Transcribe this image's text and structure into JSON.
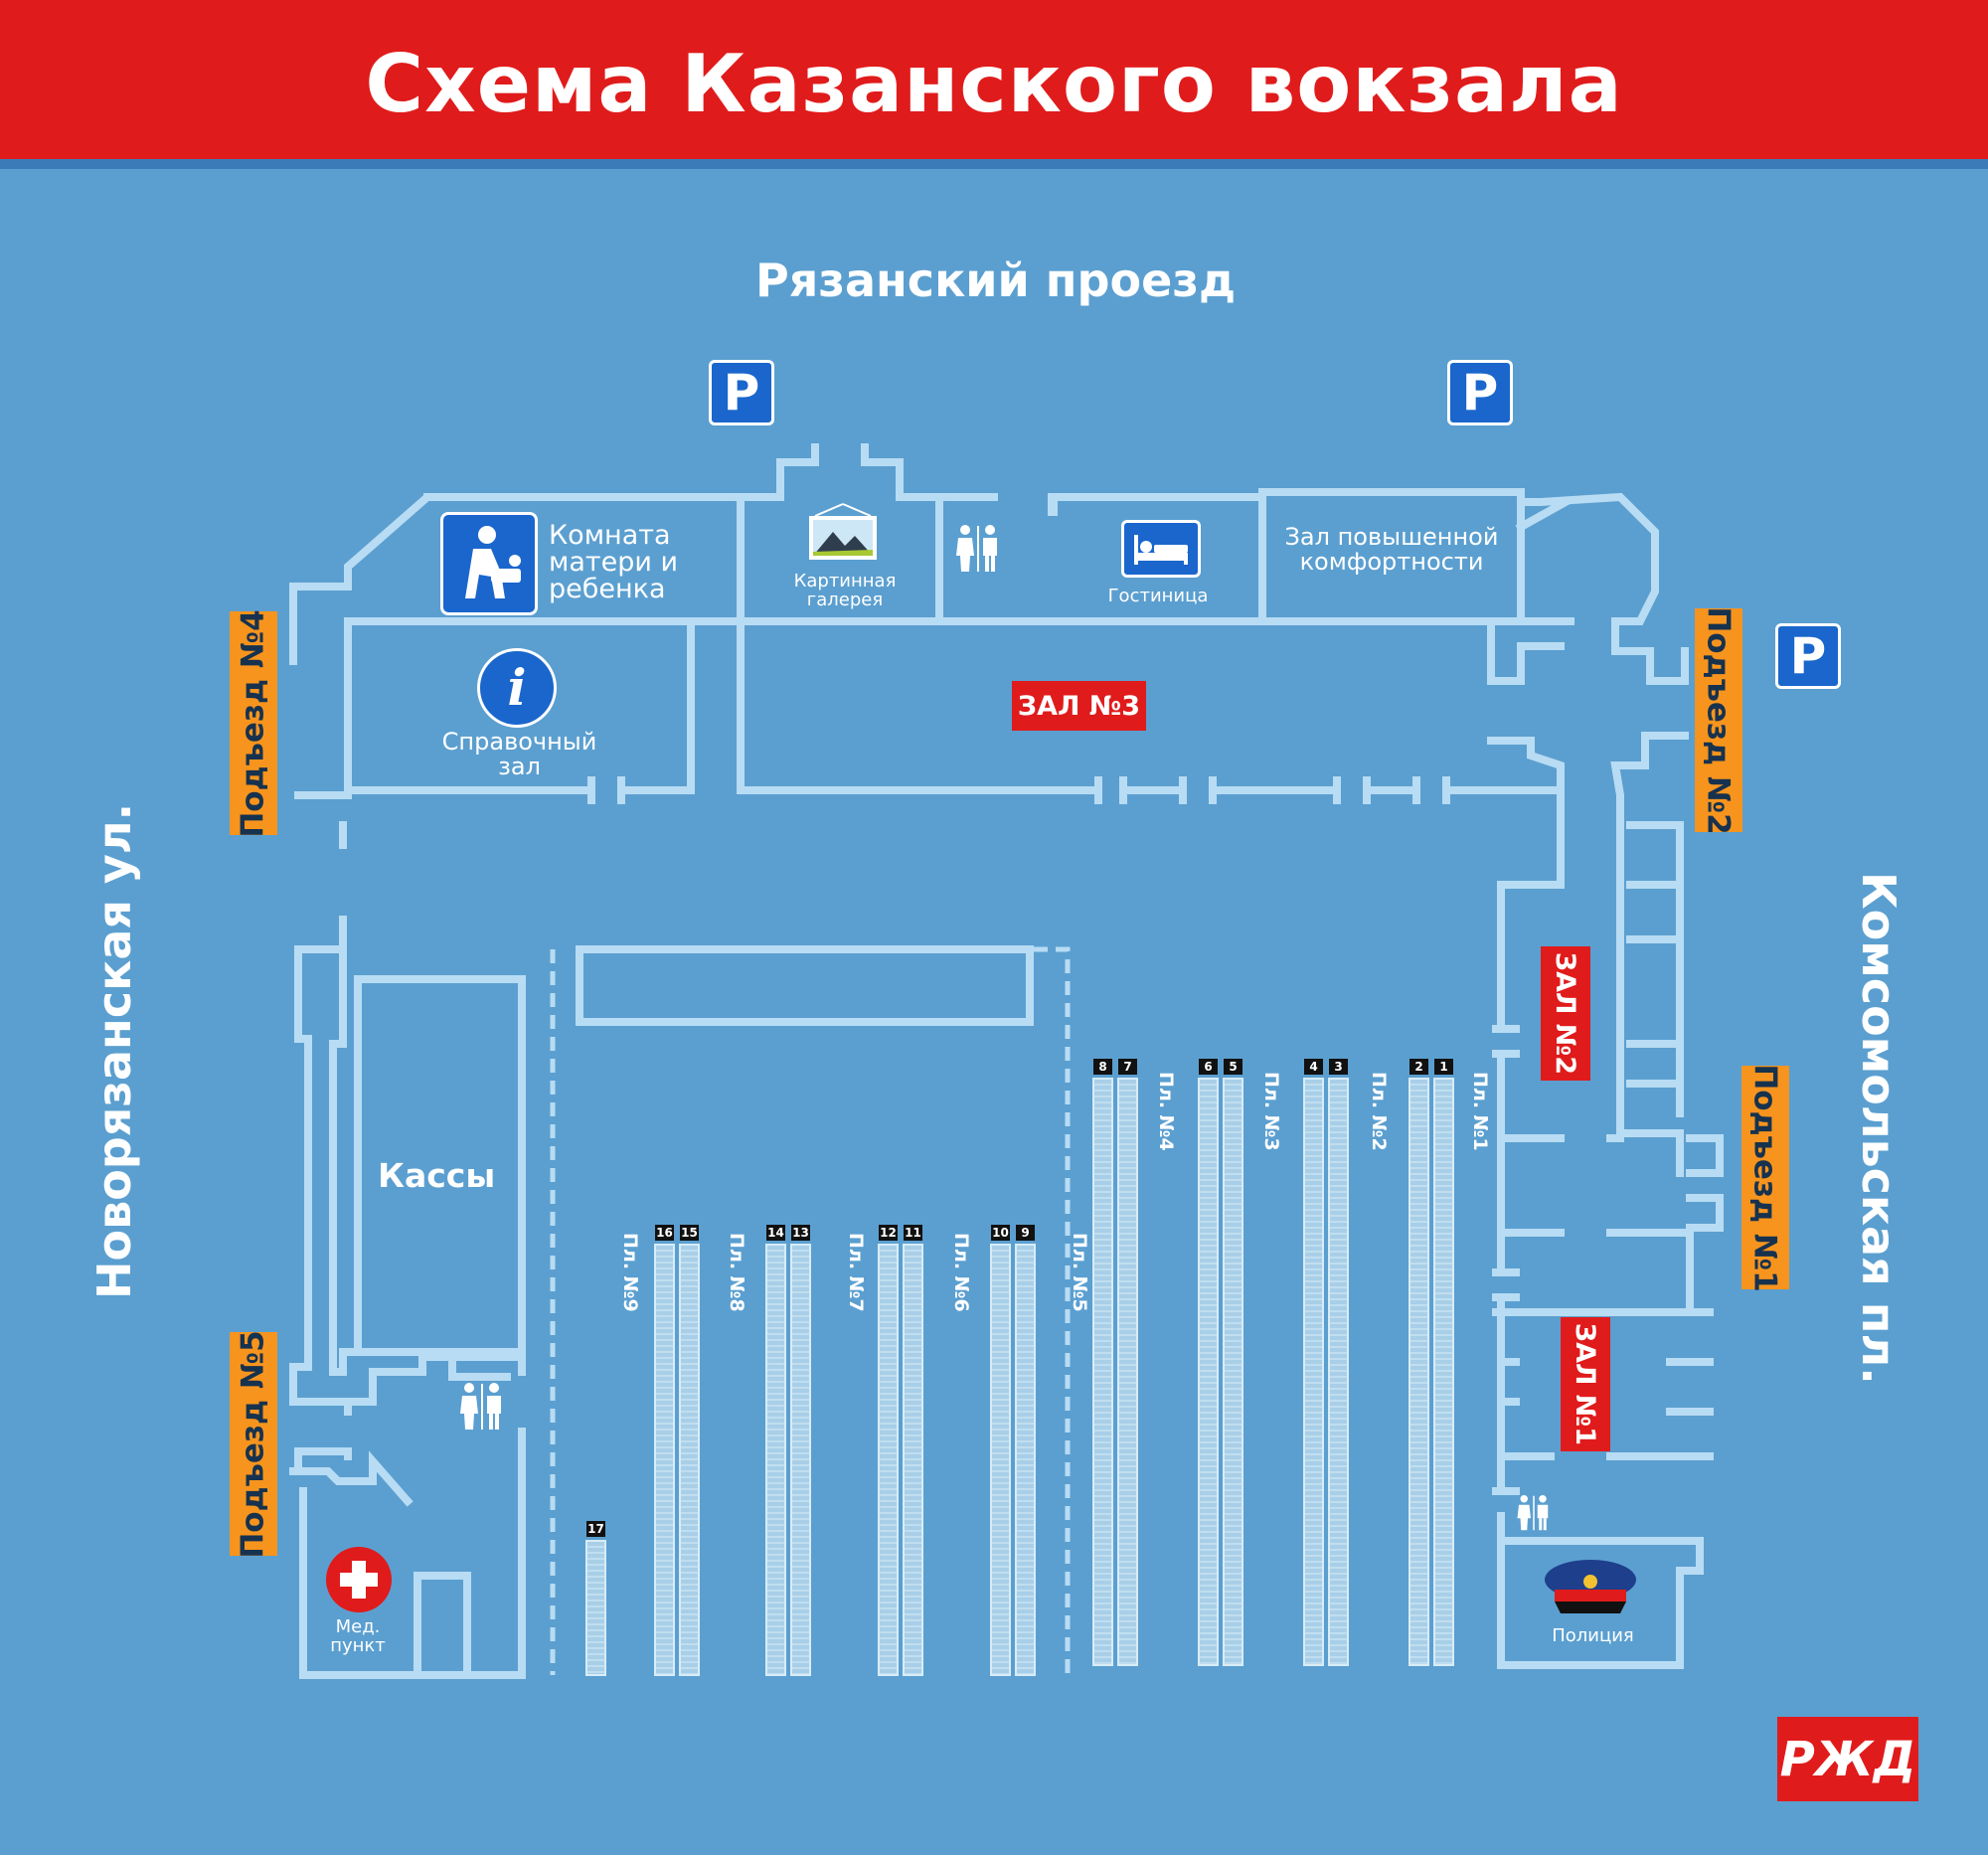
{
  "header": {
    "title": "Схема Казанского вокзала"
  },
  "streets": {
    "top": "Рязанский проезд",
    "left": "Новорязанская ул.",
    "right": "Комсомольская пл."
  },
  "entrances": {
    "p4": "Подъезд №4",
    "p5": "Подъезд №5",
    "p2": "Подъезд №2",
    "p1": "Подъезд №1"
  },
  "halls": {
    "z3": "ЗАЛ №3",
    "z2": "ЗАЛ №2",
    "z1": "ЗАЛ №1"
  },
  "rooms": {
    "mother_child": "Комната матери и ребенка",
    "gallery": "Картинная галерея",
    "hotel": "Гостиница",
    "comfort": "Зал повышенной комфортности",
    "info": "Справочный зал",
    "tickets": "Кассы",
    "med": "Мед. пункт",
    "police": "Полиция"
  },
  "parking": {
    "label": "P"
  },
  "platforms": [
    "Пл. №1",
    "Пл. №2",
    "Пл. №3",
    "Пл. №4",
    "Пл. №5",
    "Пл. №6",
    "Пл. №7",
    "Пл. №8",
    "Пл. №9"
  ],
  "tracks": [
    "1",
    "2",
    "3",
    "4",
    "5",
    "6",
    "7",
    "8",
    "9",
    "10",
    "11",
    "12",
    "13",
    "14",
    "15",
    "16",
    "17"
  ],
  "logo": {
    "text": "РЖД"
  },
  "colors": {
    "background": "#5b9fd0",
    "header": "#e01b1b",
    "entrance": "#f7941d",
    "parking": "#1a66cc",
    "walls": "#b8dcf3"
  }
}
